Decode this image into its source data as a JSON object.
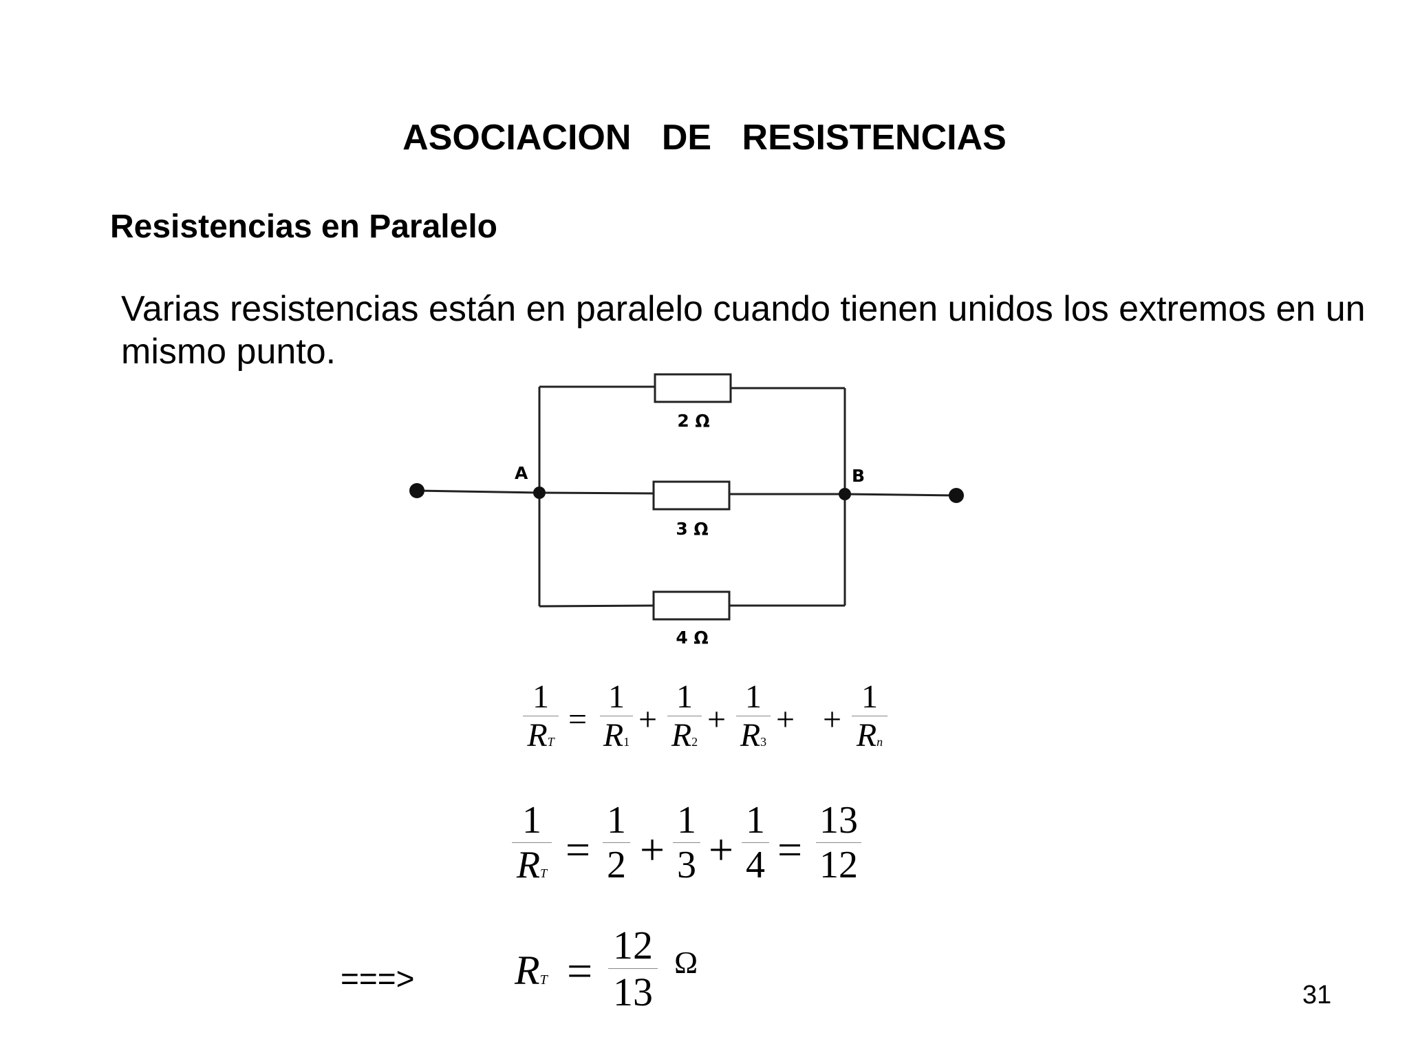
{
  "title": "ASOCIACION DE RESISTENCIAS",
  "subtitle": "Resistencias en Paralelo",
  "paragraph_line1": "Varias resistencias están en paralelo cuando tienen unidos los extremos en un",
  "paragraph_line2": "mismo punto.",
  "circuit": {
    "node_a": "A",
    "node_b": "B",
    "r1_label": "2 Ω",
    "r2_label": "3 Ω",
    "r3_label": "4 Ω"
  },
  "eq1": {
    "one": "1",
    "R": "R",
    "sub_T": "T",
    "sub_1": "1",
    "sub_2": "2",
    "sub_3": "3",
    "sub_n": "n",
    "eq": "=",
    "plus": "+"
  },
  "eq2": {
    "one": "1",
    "R": "R",
    "sub_T": "T",
    "d2": "2",
    "d3": "3",
    "d4": "4",
    "num13": "13",
    "den12": "12",
    "eq": "=",
    "plus": "+"
  },
  "eq3": {
    "arrow": "===>",
    "R": "R",
    "sub_T": "T",
    "eq": "=",
    "num": "12",
    "den": "13",
    "unit": "Ω"
  },
  "page_number": "31"
}
